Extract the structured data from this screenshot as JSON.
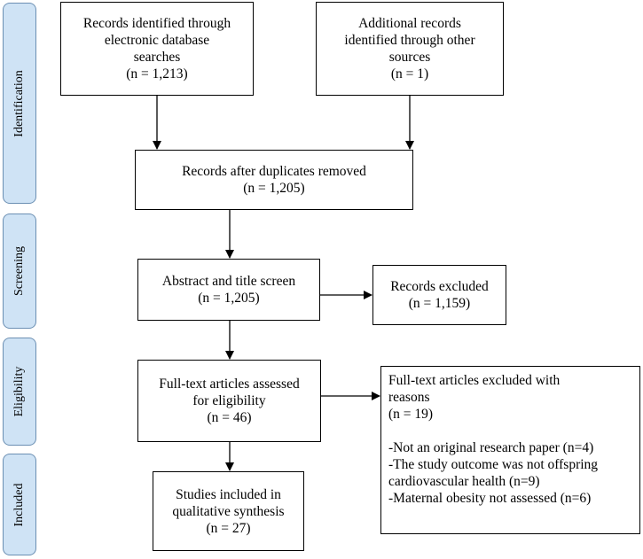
{
  "phases": {
    "identification": "Identification",
    "screening": "Screening",
    "eligibility": "Eligibility",
    "included": "Included"
  },
  "boxes": {
    "database_records": {
      "lines": [
        "Records identified through",
        "electronic database",
        "searches",
        "(n = 1,213)"
      ]
    },
    "other_records": {
      "lines": [
        "Additional records",
        "identified through other",
        "sources",
        "(n = 1)"
      ]
    },
    "after_duplicates": {
      "lines": [
        "Records after duplicates removed",
        "(n = 1,205)"
      ]
    },
    "abstract_screen": {
      "lines": [
        "Abstract and title screen",
        "(n = 1,205)"
      ]
    },
    "records_excluded": {
      "lines": [
        "Records excluded",
        "(n = 1,159)"
      ]
    },
    "fulltext_assessed": {
      "lines": [
        "Full-text articles assessed",
        "for eligibility",
        "(n = 46)"
      ]
    },
    "fulltext_excluded": {
      "header": [
        "Full-text articles excluded with",
        "reasons",
        "(n = 19)"
      ],
      "reasons": [
        "-Not an original research paper (n=4)",
        "-The study outcome was not offspring",
        "cardiovascular health (n=9)",
        "-Maternal obesity not assessed (n=6)"
      ]
    },
    "included_studies": {
      "lines": [
        "Studies included in",
        "qualitative synthesis",
        "(n = 27)"
      ]
    }
  }
}
